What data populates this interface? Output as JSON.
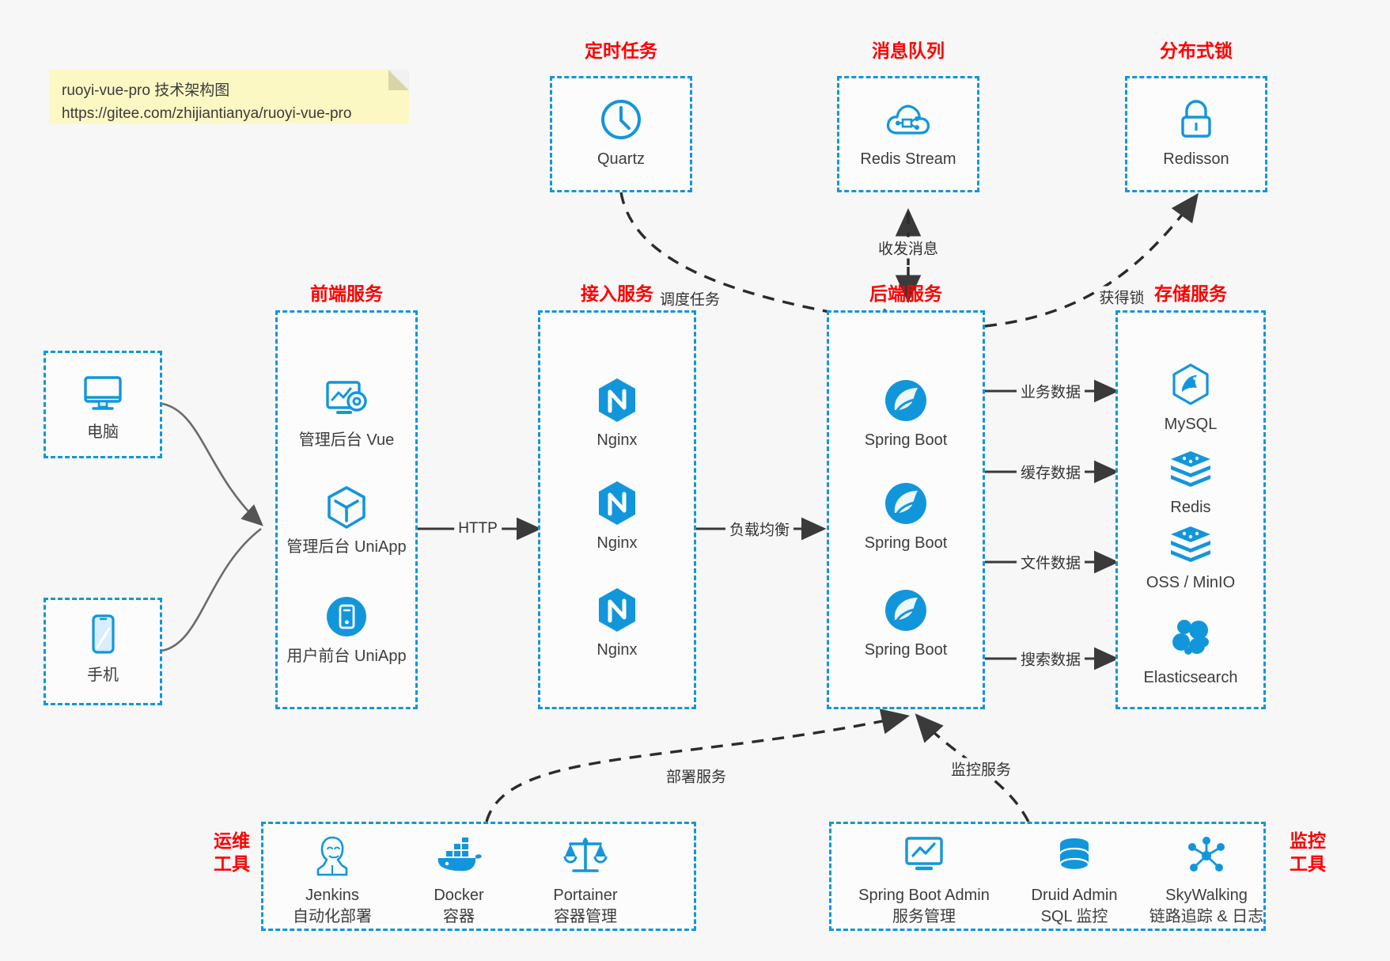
{
  "note": {
    "line1": "ruoyi-vue-pro 技术架构图",
    "line2": "https://gitee.com/zhijiantianya/ruoyi-vue-pro"
  },
  "colors": {
    "accent": "#1296db",
    "group_title": "#ff0000",
    "caption": "#3d3d3d",
    "canvas": "#f7f7f7",
    "note_bg": "#fbf8c4",
    "arrow": "#3a3a3a"
  },
  "groups": {
    "scheduler": {
      "title": "定时任务",
      "nodes": [
        {
          "label": "Quartz",
          "icon": "clock-icon"
        }
      ]
    },
    "mq": {
      "title": "消息队列",
      "nodes": [
        {
          "label": "Redis Stream",
          "icon": "cloud-stream-icon"
        }
      ]
    },
    "lock": {
      "title": "分布式锁",
      "nodes": [
        {
          "label": "Redisson",
          "icon": "lock-icon"
        }
      ]
    },
    "devices": {
      "nodes": [
        {
          "label": "电脑",
          "icon": "desktop-icon"
        },
        {
          "label": "手机",
          "icon": "mobile-icon"
        }
      ]
    },
    "frontend": {
      "title": "前端服务",
      "nodes": [
        {
          "label": "管理后台 Vue",
          "icon": "dashboard-icon"
        },
        {
          "label": "管理后台 UniApp",
          "icon": "cube-icon"
        },
        {
          "label": "用户前台 UniApp",
          "icon": "phone-circle-icon"
        }
      ]
    },
    "gateway": {
      "title": "接入服务",
      "nodes": [
        {
          "label": "Nginx",
          "icon": "nginx-icon"
        },
        {
          "label": "Nginx",
          "icon": "nginx-icon"
        },
        {
          "label": "Nginx",
          "icon": "nginx-icon"
        }
      ]
    },
    "backend": {
      "title": "后端服务",
      "nodes": [
        {
          "label": "Spring Boot",
          "icon": "spring-icon"
        },
        {
          "label": "Spring Boot",
          "icon": "spring-icon"
        },
        {
          "label": "Spring Boot",
          "icon": "spring-icon"
        }
      ]
    },
    "storage": {
      "title": "存储服务",
      "nodes": [
        {
          "label": "MySQL",
          "icon": "mysql-icon"
        },
        {
          "label": "Redis",
          "icon": "redis-icon"
        },
        {
          "label": "OSS / MinIO",
          "icon": "oss-icon"
        },
        {
          "label": "Elasticsearch",
          "icon": "elasticsearch-icon"
        }
      ]
    },
    "devops": {
      "title_line1": "运维",
      "title_line2": "工具",
      "nodes": [
        {
          "label": "Jenkins",
          "sub": "自动化部署",
          "icon": "jenkins-icon"
        },
        {
          "label": "Docker",
          "sub": "容器",
          "icon": "docker-icon"
        },
        {
          "label": "Portainer",
          "sub": "容器管理",
          "icon": "scales-icon"
        }
      ]
    },
    "monitor": {
      "title_line1": "监控",
      "title_line2": "工具",
      "nodes": [
        {
          "label": "Spring Boot Admin",
          "sub": "服务管理",
          "icon": "monitor-chart-icon"
        },
        {
          "label": "Druid Admin",
          "sub": "SQL 监控",
          "icon": "database-icon"
        },
        {
          "label": "SkyWalking",
          "sub": "链路追踪 & 日志",
          "icon": "skywalking-icon"
        }
      ]
    }
  },
  "edges": [
    {
      "id": "http",
      "label": "HTTP"
    },
    {
      "id": "loadbalance",
      "label": "负载均衡"
    },
    {
      "id": "schedule",
      "label": "调度任务"
    },
    {
      "id": "message",
      "label": "收发消息"
    },
    {
      "id": "getlock",
      "label": "获得锁"
    },
    {
      "id": "business-data",
      "label": "业务数据"
    },
    {
      "id": "cache-data",
      "label": "缓存数据"
    },
    {
      "id": "file-data",
      "label": "文件数据"
    },
    {
      "id": "search-data",
      "label": "搜索数据"
    },
    {
      "id": "deploy-service",
      "label": "部署服务"
    },
    {
      "id": "monitor-service",
      "label": "监控服务"
    }
  ]
}
